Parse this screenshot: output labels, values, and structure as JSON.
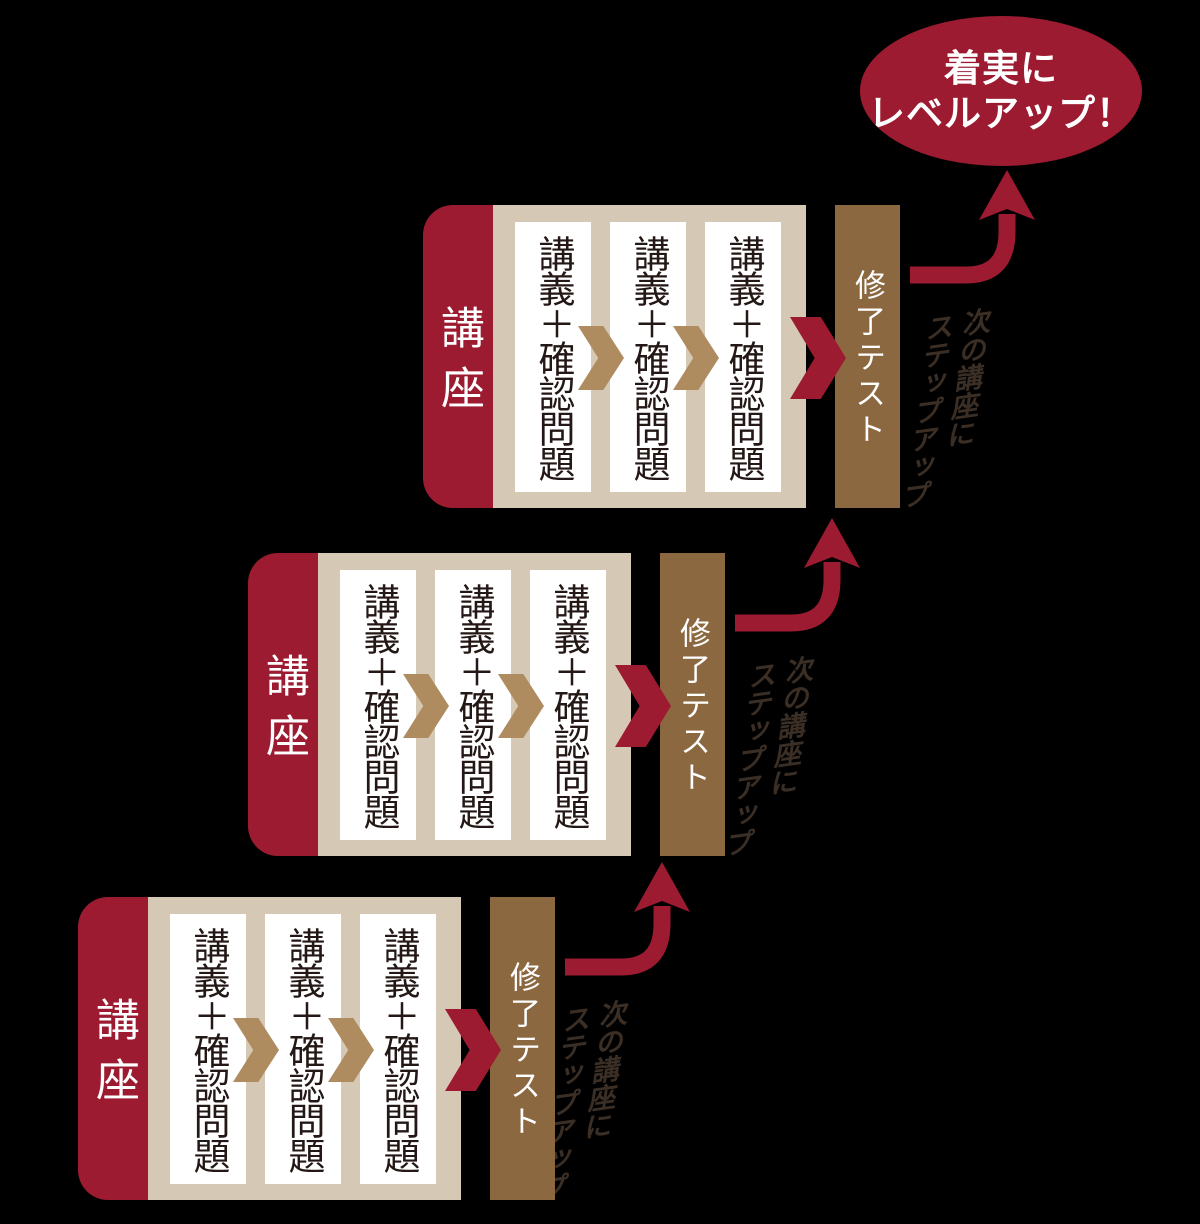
{
  "badge": {
    "line1": "着実に",
    "line2": "レベルアップ！"
  },
  "blocks": [
    {
      "course_label": "講座",
      "cards": [
        "講義＋確認問題",
        "講義＋確認問題",
        "講義＋確認問題"
      ],
      "test_label": "修了テスト",
      "stepup_line1": "次の講座に",
      "stepup_line2": "ステップアップ"
    },
    {
      "course_label": "講座",
      "cards": [
        "講義＋確認問題",
        "講義＋確認問題",
        "講義＋確認問題"
      ],
      "test_label": "修了テスト",
      "stepup_line1": "次の講座に",
      "stepup_line2": "ステップアップ"
    },
    {
      "course_label": "講座",
      "cards": [
        "講義＋確認問題",
        "講義＋確認問題",
        "講義＋確認問題"
      ],
      "test_label": "修了テスト",
      "stepup_line1": "次の講座に",
      "stepup_line2": "ステップアップ"
    }
  ],
  "icons": {
    "card_separator": "chevron-right",
    "test_entry": "chevron-right-large",
    "stepup_arrow": "right-then-up-arrow"
  },
  "colors": {
    "crimson": "#9C1B31",
    "beige": "#D5C8B5",
    "tan": "#AF8C60",
    "brown": "#8C6840",
    "ink": "#231815",
    "dark_text": "#3A2E25",
    "white": "#FFFFFF",
    "background": "#000000"
  }
}
